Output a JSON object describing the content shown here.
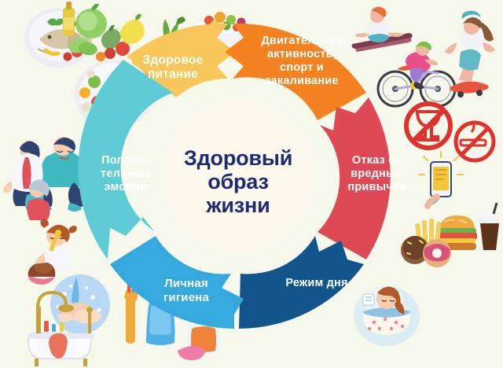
{
  "page": {
    "title": "Здоровый образ жизни",
    "background_color": "#f7f8ec",
    "type": "cycle-infographic",
    "segment_count": 6
  },
  "center": {
    "label": "Здоровый\nобраз\nжизни",
    "text_color": "#1f2a70",
    "fill_color": "#faf9ec"
  },
  "segments": [
    {
      "id": "nutrition",
      "label": "Здоровое\nпитание",
      "color": "#f8c759",
      "text_color": "#ffffff",
      "position": "top-left"
    },
    {
      "id": "activity",
      "label": "Двигательная\nактивность,\nспорт и\nзакаливание",
      "color": "#f58220",
      "text_color": "#ffffff",
      "position": "top-right"
    },
    {
      "id": "bad-habits",
      "label": "Отказ от\nвредных\nпривычек",
      "color": "#dd4a55",
      "text_color": "#ffffff",
      "position": "right"
    },
    {
      "id": "daily-regimen",
      "label": "Режим дня",
      "color": "#12558c",
      "text_color": "#ffffff",
      "position": "bottom-right"
    },
    {
      "id": "personal-hygiene",
      "label": "Личная\nгигиена",
      "color": "#35a8de",
      "text_color": "#ffffff",
      "position": "bottom-left"
    },
    {
      "id": "positive-emotions",
      "label": "Положи-\nтельные\nэмоции",
      "color": "#5fcbd4",
      "text_color": "#ffffff",
      "position": "left"
    }
  ],
  "illustrations": [
    {
      "id": "grilled-fish-plate",
      "name": "grilled-fish-plate-icon",
      "corner": "top-left"
    },
    {
      "id": "vegetables-oil",
      "name": "vegetables-and-oil-icon",
      "corner": "top-left"
    },
    {
      "id": "pineapple-fruits",
      "name": "fruits-icon",
      "corner": "top-left"
    },
    {
      "id": "fruit-salad-bowl",
      "name": "fruit-salad-bowl-icon",
      "corner": "top-center"
    },
    {
      "id": "salmon-salad-plate",
      "name": "salmon-salad-plate-icon",
      "corner": "top-left"
    },
    {
      "id": "yoga-woman",
      "name": "yoga-mat-icon",
      "corner": "top-right"
    },
    {
      "id": "cyclist",
      "name": "bicycle-icon",
      "corner": "top-right"
    },
    {
      "id": "skateboarder",
      "name": "skateboard-icon",
      "corner": "top-right"
    },
    {
      "id": "no-alcohol",
      "name": "no-alcohol-icon",
      "corner": "right"
    },
    {
      "id": "no-smoking",
      "name": "no-smoking-icon",
      "corner": "right"
    },
    {
      "id": "smartphone",
      "name": "smartphone-icon",
      "corner": "right"
    },
    {
      "id": "burger-fries-cola",
      "name": "fast-food-icon",
      "corner": "bottom-right"
    },
    {
      "id": "donuts",
      "name": "donuts-icon",
      "corner": "bottom-right"
    },
    {
      "id": "sleeping-girl",
      "name": "sleeping-girl-icon",
      "corner": "bottom-right"
    },
    {
      "id": "happy-family",
      "name": "happy-family-icon",
      "corner": "left"
    },
    {
      "id": "child-playing",
      "name": "child-playing-icon",
      "corner": "left"
    },
    {
      "id": "washing-hands",
      "name": "washing-hands-icon",
      "corner": "bottom-left"
    },
    {
      "id": "bathtub-shower",
      "name": "bathtub-shower-icon",
      "corner": "bottom-left"
    },
    {
      "id": "toothbrush-paste",
      "name": "toothbrush-icon",
      "corner": "bottom-left"
    },
    {
      "id": "soap-dispenser",
      "name": "soap-dispenser-icon",
      "corner": "bottom-left"
    }
  ]
}
